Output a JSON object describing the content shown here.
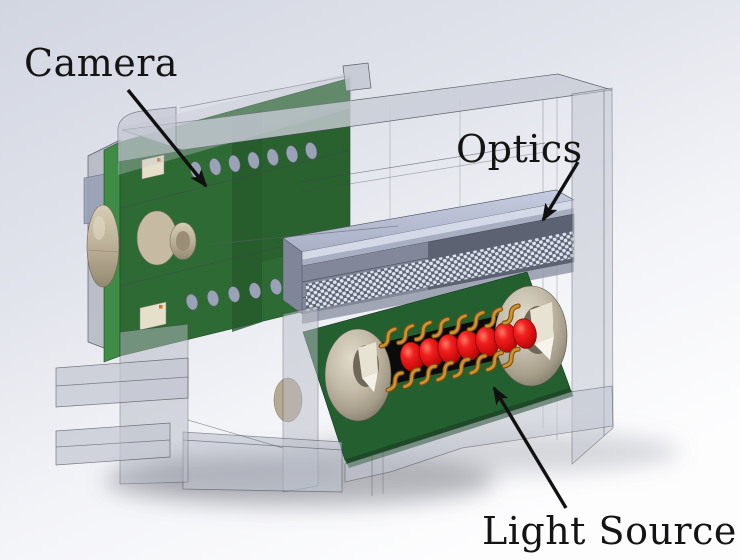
{
  "figure": {
    "type": "3d-cad-render",
    "annotations": [
      {
        "id": "camera",
        "label": "Camera"
      },
      {
        "id": "optics",
        "label": "Optics"
      },
      {
        "id": "light_source",
        "label": "Light Source"
      }
    ],
    "led_count": 7,
    "gold_leads_per_row": 8,
    "screw_count": 2,
    "colors": {
      "background_top": "#d2d6e1",
      "background_bottom": "#fdfdfe",
      "enclosure_glass": "#c6cad4",
      "pcb_green": "#2e6a34",
      "led_red": "#d60f0f",
      "lead_gold": "#cd9130",
      "optics_slate": "#5d6272",
      "lens_tan": "#b8ad94",
      "label_text": "#141414",
      "arrow": "#111111"
    }
  }
}
